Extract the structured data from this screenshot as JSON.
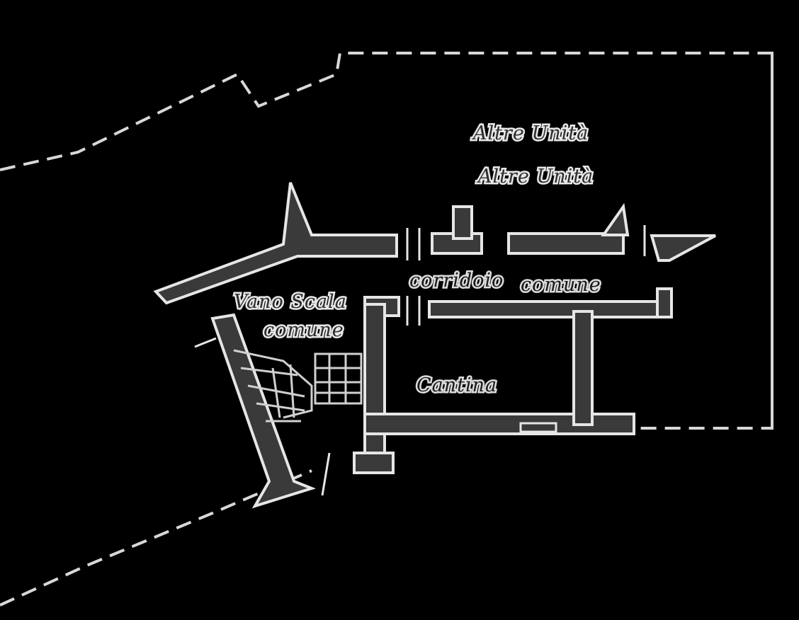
{
  "labels": {
    "other_units_1": "Altre Unità",
    "other_units_2": "Altre Unità",
    "corridor_1": "corridoio",
    "corridor_2": "comune",
    "stair_1": "Vano Scala",
    "stair_2": "comune",
    "cellar": "Cantina"
  },
  "colors": {
    "background": "#000000",
    "wall_fill": "#3a3a3a",
    "outline": "#e6e6e6",
    "text": "#2e2e2e"
  }
}
